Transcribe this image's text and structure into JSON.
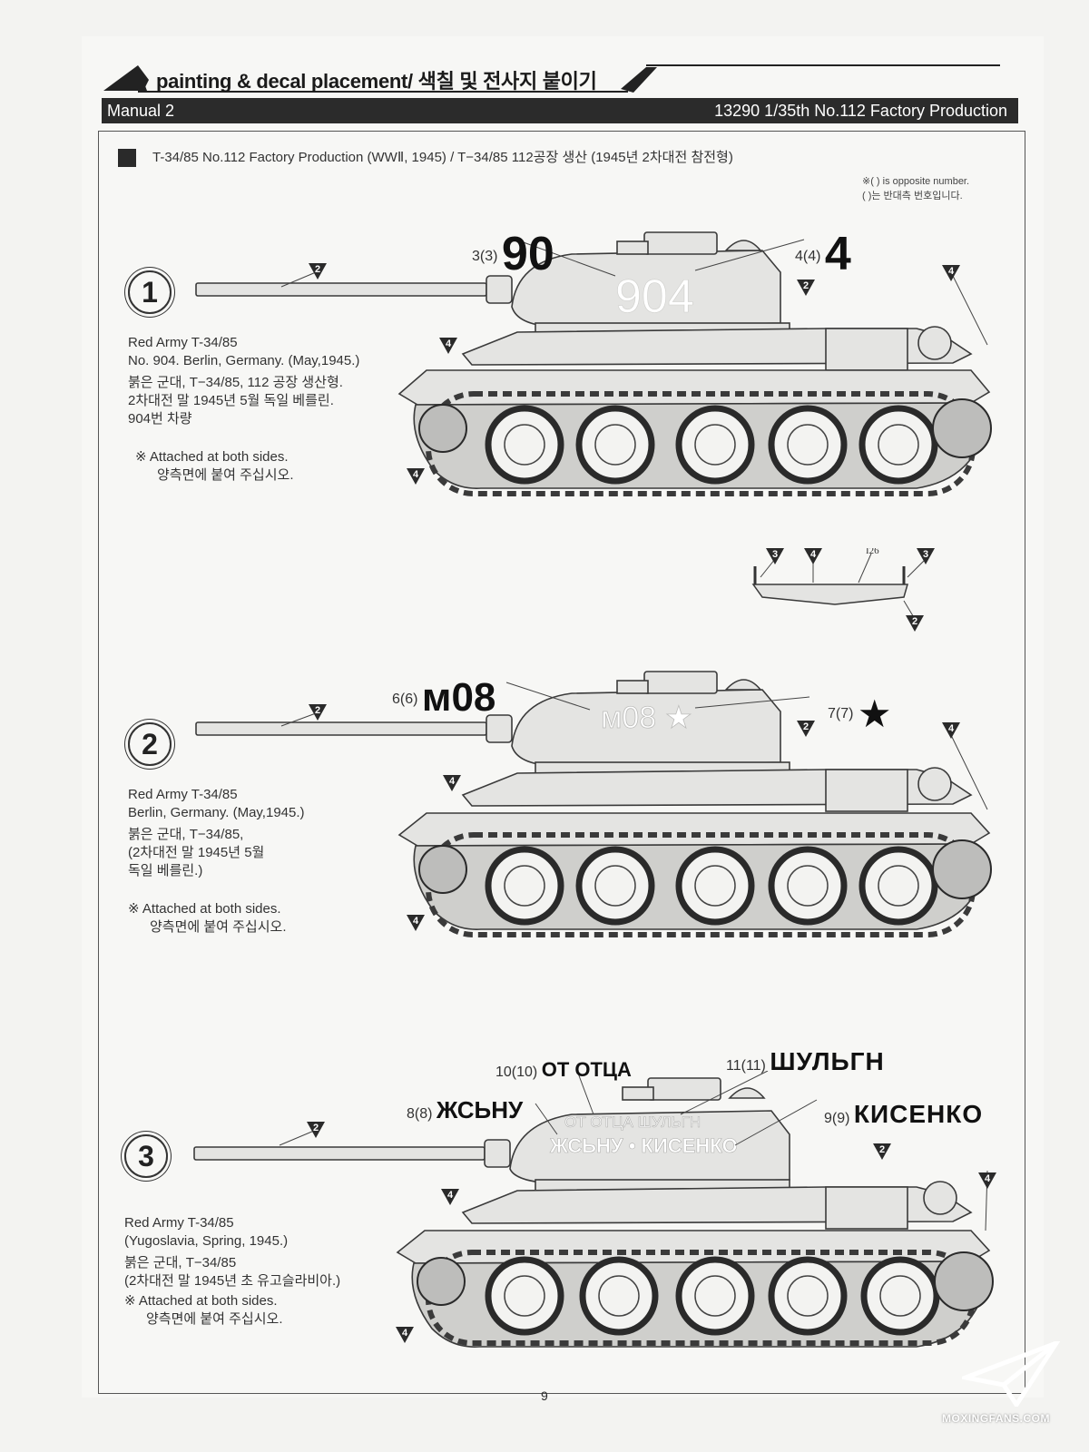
{
  "header": {
    "title": "painting & decal placement/ 색칠 및 전사지 붙이기",
    "manual": "Manual 2",
    "product": "13290 1/35th  No.112 Factory Production"
  },
  "section": {
    "title": "T-34/85 No.112 Factory Production (WWⅡ, 1945)  / T−34/85 112공장 생산 (1945년 2차대전 참전형)",
    "opposite_note_en": "※( ) is opposite number.",
    "opposite_note_ko": "( )는 반대측 번호입니다."
  },
  "versions": [
    {
      "num": "1",
      "name_en": "Red Army T-34/85",
      "loc_en": "No. 904. Berlin, Germany. (May,1945.)",
      "ko": [
        "붉은 군대, T−34/85, 112 공장 생산형.",
        "2차대전 말 1945년 5월 독일 베를린.",
        "904번 차량"
      ],
      "attached_en": "※ Attached at both sides.",
      "attached_ko": "양측면에 붙여 주십시오.",
      "decals": [
        {
          "label": "3(3)",
          "text": "90"
        },
        {
          "label": "4(4)",
          "text": "4"
        }
      ],
      "hull_marking": "904",
      "paint": [
        "2",
        "2",
        "4",
        "4",
        "4"
      ]
    },
    {
      "num": "2",
      "name_en": "Red Army T-34/85",
      "loc_en": "Berlin, Germany. (May,1945.)",
      "ko": [
        "붉은 군대, T−34/85,",
        "(2차대전 말 1945년 5월",
        "독일 베를린.)"
      ],
      "attached_en": "※ Attached at both sides.",
      "attached_ko": "양측면에 붙여 주십시오.",
      "decals": [
        {
          "label": "6(6)",
          "text": "м08"
        },
        {
          "label": "7(7)",
          "text": "★"
        }
      ],
      "hull_marking": "м08 ★",
      "paint": [
        "2",
        "2",
        "4",
        "4",
        "4"
      ]
    },
    {
      "num": "3",
      "name_en": "Red Army T-34/85",
      "loc_en": "(Yugoslavia, Spring, 1945.)",
      "ko": [
        "붉은 군대, T−34/85",
        "(2차대전 말 1945년 초 유고슬라비아.)"
      ],
      "attached_en": "※ Attached at both sides.",
      "attached_ko": "양측면에 붙여 주십시오.",
      "decals": [
        {
          "label": "10(10)",
          "text": "ОТ ОТЦА"
        },
        {
          "label": "11(11)",
          "text": "ШУЛЬГН"
        },
        {
          "label": "8(8)",
          "text": "ЖСЬНУ"
        },
        {
          "label": "9(9)",
          "text": "КИСЕНКО"
        }
      ],
      "hull_marking_1": "ОТ ОТЦА  ШУЛЬГН",
      "hull_marking_2": "ЖСЬНУ • КИСЕНКО",
      "paint": [
        "2",
        "2",
        "4",
        "4",
        "4"
      ]
    }
  ],
  "fender_detail": {
    "part": "I26",
    "paint": [
      "3",
      "4",
      "3",
      "2"
    ]
  },
  "page_number": "9",
  "watermark": "MOXINGFANS.COM",
  "colors": {
    "ink": "#2b2b2b",
    "tank_fill": "#e4e4e2",
    "tank_line": "#3a3a3a"
  }
}
